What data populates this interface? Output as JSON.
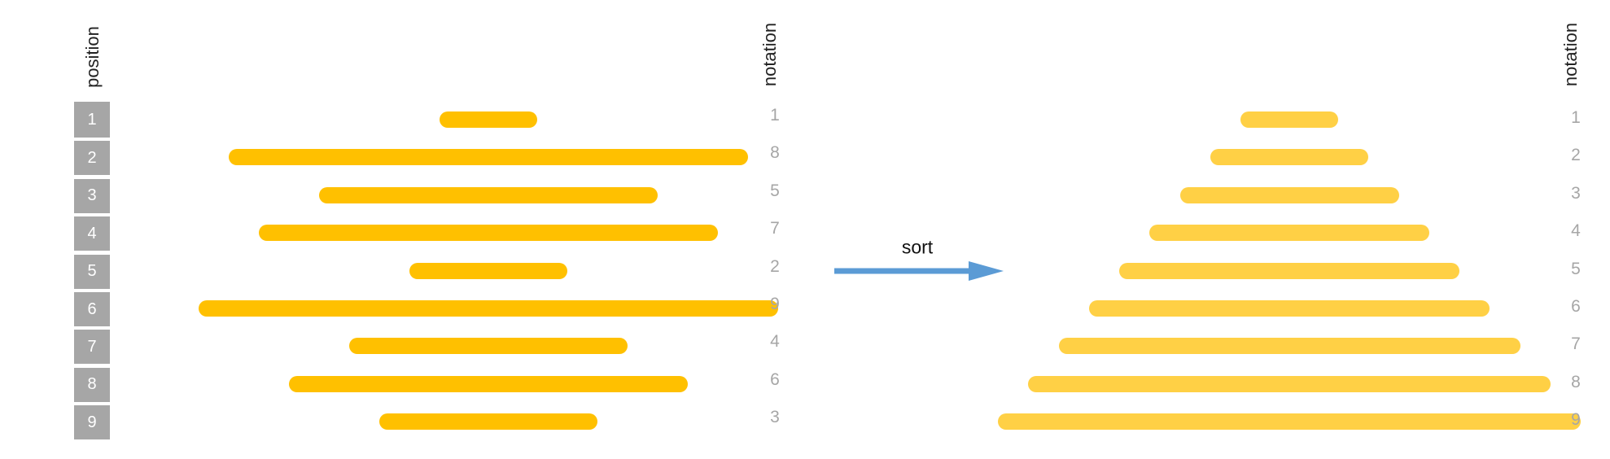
{
  "left_panel": {
    "position_label": "position",
    "notation_label": "notation",
    "positions": [
      "1",
      "2",
      "3",
      "4",
      "5",
      "6",
      "7",
      "8",
      "9"
    ],
    "notations": [
      "1",
      "8",
      "5",
      "7",
      "2",
      "9",
      "4",
      "6",
      "3"
    ],
    "bar_lengths": [
      1,
      8,
      5,
      7,
      2,
      9,
      4,
      6,
      3
    ],
    "bar_color": "#ffc000"
  },
  "arrow": {
    "label": "sort",
    "color": "#5b9bd5"
  },
  "right_panel": {
    "notation_label": "notation",
    "notations": [
      "1",
      "2",
      "3",
      "4",
      "5",
      "6",
      "7",
      "8",
      "9"
    ],
    "bar_lengths": [
      1,
      2,
      3,
      4,
      5,
      6,
      7,
      8,
      9
    ],
    "bar_color": "#ffd045"
  },
  "colors": {
    "position_cell": "#a6a6a6",
    "notation_text": "#a6a6a6"
  }
}
